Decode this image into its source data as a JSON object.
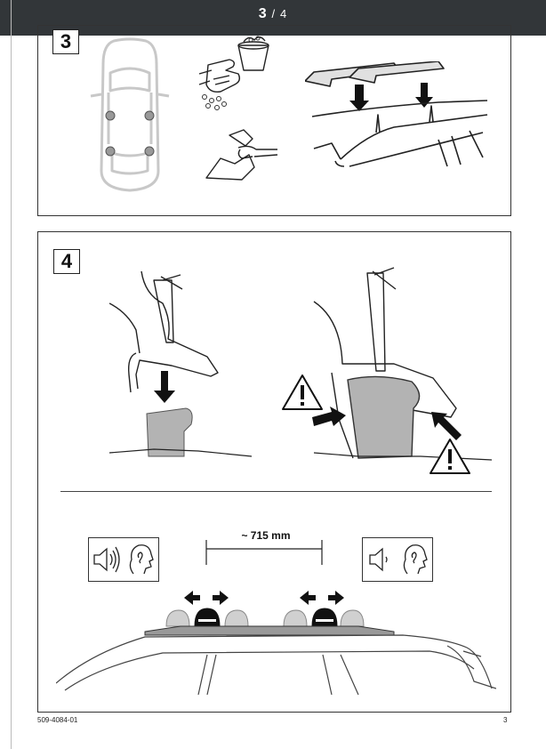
{
  "viewer": {
    "current_page": "3",
    "separator": "/",
    "total_pages": "4"
  },
  "steps": {
    "step3": {
      "number": "3"
    },
    "step4": {
      "number": "4",
      "distance_label": "~ 715 mm"
    }
  },
  "footer": {
    "doc_code": "509-4084-01",
    "page_number": "3"
  },
  "icons": {
    "step3": [
      "car-top-view-icon",
      "bucket-washing-hands-icon",
      "cloth-wiping-icon",
      "roof-bars-on-car-icon"
    ],
    "step4": [
      "foot-clamp-down-icon",
      "warning-triangle-icon",
      "speaker-loud-icon",
      "speaker-quiet-icon",
      "ear-head-icon",
      "double-arrow-icon"
    ]
  },
  "colors": {
    "toolbar": "#323639",
    "foot_gray": "#b3b3b3",
    "dark": "#111111"
  }
}
